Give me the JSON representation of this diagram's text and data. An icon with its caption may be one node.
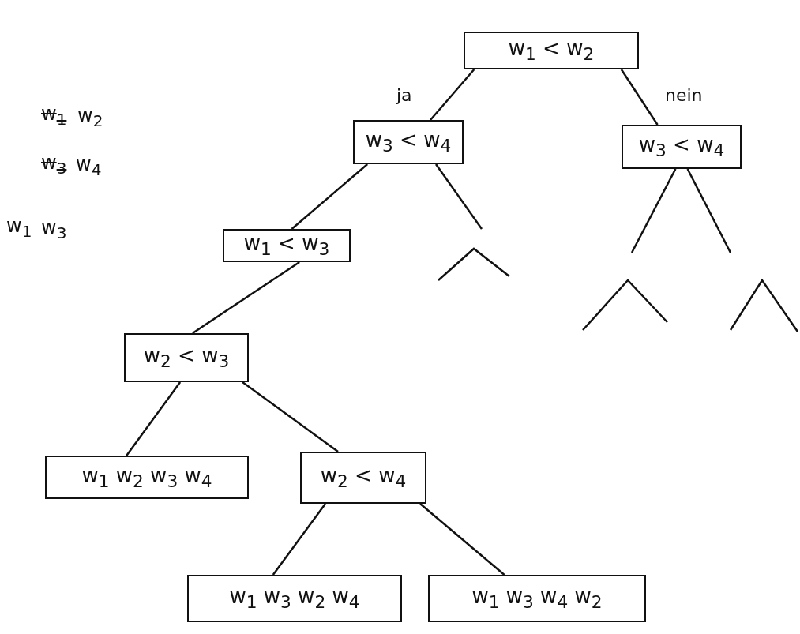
{
  "diagram": {
    "nodes": [
      {
        "text": [
          "w$_{1}$ < w$_{2}$"
        ]
      },
      {
        "text": [
          "w$_{3}$ < w$_{4}$"
        ]
      },
      {
        "text": [
          "w$_{3}$ < w$_{4}$"
        ]
      },
      {
        "text": [
          "w$_{1}$ < w$_{3}$"
        ]
      },
      {
        "text": [
          "w$_{2}$ < w$_{3}$"
        ]
      },
      {
        "text": [
          "w$_{1}$ w$_{2}$ w$_{3}$ w$_{4}$"
        ]
      },
      {
        "text": [
          "w$_{2}$ < w$_{4}$"
        ]
      },
      {
        "text": [
          "w$_{1}$ w$_{3}$ w$_{2}$ w$_{4}$"
        ]
      },
      {
        "text": [
          "w$_{1}$ w$_{3}$ w$_{4}$ w$_{2}$"
        ]
      }
    ],
    "edges": [
      {
        "from": 0,
        "to": 1,
        "arrow": "none",
        "label": "ja"
      },
      {
        "from": 0,
        "to": 2,
        "arrow": "none",
        "label": "nein"
      },
      {
        "from": 1,
        "to": 3,
        "arrow": "none"
      },
      {
        "from": 3,
        "to": 4,
        "arrow": "none"
      },
      {
        "from": 4,
        "to": 5,
        "arrow": "none"
      },
      {
        "from": 4,
        "to": 6,
        "arrow": "none"
      },
      {
        "from": 6,
        "to": 7,
        "arrow": "none"
      },
      {
        "from": 6,
        "to": 8,
        "arrow": "none"
      },
      {
        "from": 1,
        "to": null,
        "arrow": "none"
      },
      {
        "from": 2,
        "to": null,
        "arrow": "none"
      },
      {
        "from": 2,
        "to": null,
        "arrow": "none"
      }
    ],
    "labels": [
      "w$_{1}$",
      "w$_{2}$",
      "w$_{3}$",
      "w$_{4}$",
      "w$_{1}$",
      "w$_{3}$"
    ]
  }
}
